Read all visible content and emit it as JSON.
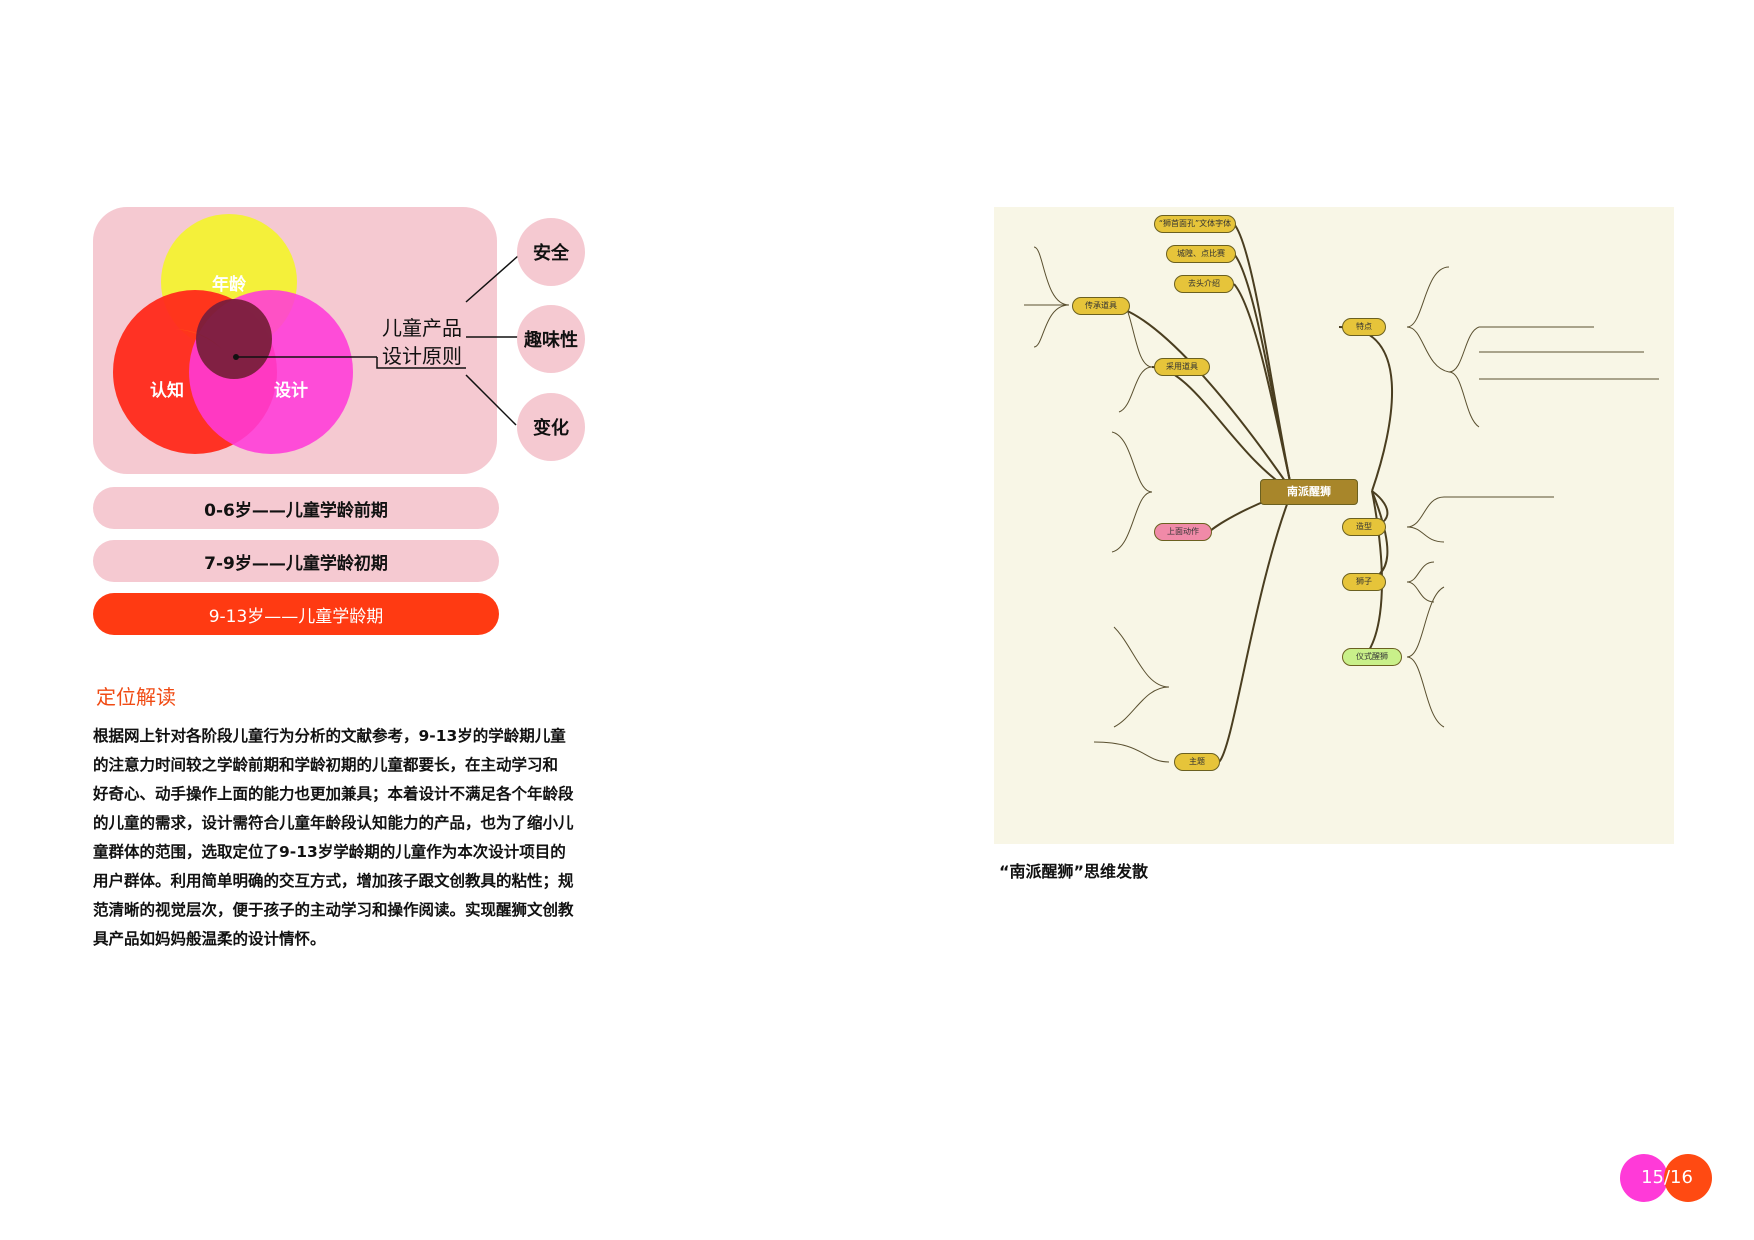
{
  "venn": {
    "circles": [
      "年龄",
      "认知",
      "设计"
    ],
    "center_title_line1": "儿童产品",
    "center_title_line2": "设计原则",
    "principles": [
      "安全",
      "趣味性",
      "变化"
    ],
    "colors": {
      "panel": "#f5c9d1",
      "yellow": "#f4f03a",
      "red": "#ff2a1a",
      "magenta": "#ff3ad8",
      "overlap": "#7a1f3c"
    }
  },
  "age_groups": [
    {
      "label": "0-6岁——儿童学龄前期",
      "active": false
    },
    {
      "label": "7-9岁——儿童学龄初期",
      "active": false
    },
    {
      "label": "9-13岁——儿童学龄期",
      "active": true
    }
  ],
  "section": {
    "title": "定位解读",
    "lines": [
      "根据网上针对各阶段儿童行为分析的文献参考，9-13岁的学龄期儿童",
      "的注意力时间较之学龄前期和学龄初期的儿童都要长，在主动学习和",
      "好奇心、动手操作上面的能力也更加兼具；本着设计不满足各个年龄段",
      "的儿童的需求，设计需符合儿童年龄段认知能力的产品，也为了缩小儿",
      "童群体的范围，选取定位了9-13岁学龄期的儿童作为本次设计项目的",
      "用户群体。利用简单明确的交互方式，增加孩子跟文创教具的粘性；规",
      "范清晰的视觉层次，便于孩子的主动学习和操作阅读。实现醒狮文创教",
      "具产品如妈妈般温柔的设计情怀。"
    ]
  },
  "mindmap": {
    "root": "南派醒狮",
    "caption": "“南派醒狮”思维发散",
    "nodes_top": [
      "“狮首面孔”文体字体",
      "城隍、点比赛",
      "去头介绍"
    ],
    "nodes_left": [
      "传承道具",
      "采用道具",
      "上面动作",
      "主题"
    ],
    "nodes_right": [
      "特点",
      "造型",
      "狮子",
      "仪式醒狮"
    ]
  },
  "page": {
    "number": "15/16"
  }
}
